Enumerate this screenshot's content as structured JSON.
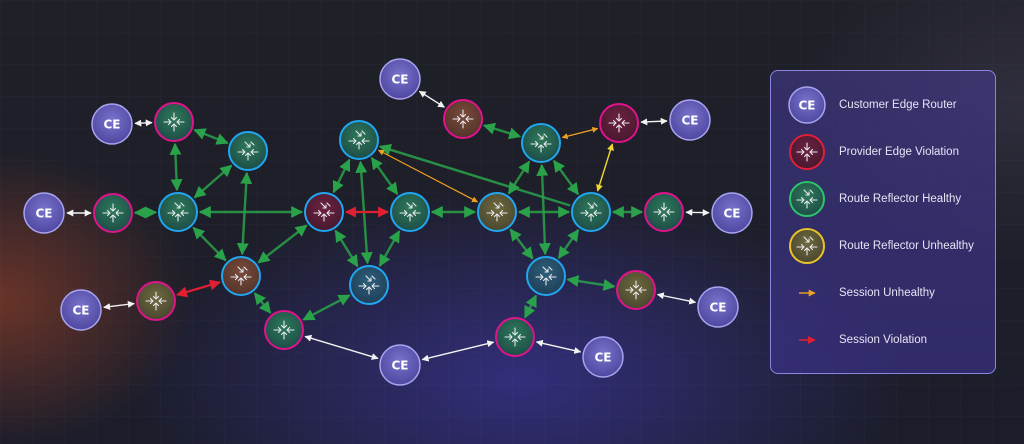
{
  "colors": {
    "ce_fill": "#6a63b8",
    "ce_stroke": "#a9a4f0",
    "pe_stroke": "#e0138c",
    "rr_healthy_stroke": "#21a6f0",
    "rr_unhealthy_stroke": "#e8c32a",
    "link_green": "#2aa24a",
    "link_white": "#f2f2f2",
    "link_orange": "#f0a020",
    "link_red": "#e02030",
    "link_yellow": "#f0d830"
  },
  "ce_label": "CE",
  "legend": {
    "items": [
      {
        "label": "Customer Edge Router",
        "kind": "ce"
      },
      {
        "label": "Provider Edge Violation",
        "kind": "pe-violation"
      },
      {
        "label": "Route Reflector Healthy",
        "kind": "rr-healthy"
      },
      {
        "label": "Route Reflector Unhealthy",
        "kind": "rr-unhealthy"
      },
      {
        "label": "Session Unhealthy",
        "kind": "arrow-orange"
      },
      {
        "label": "Session Violation",
        "kind": "arrow-red"
      }
    ]
  }
}
